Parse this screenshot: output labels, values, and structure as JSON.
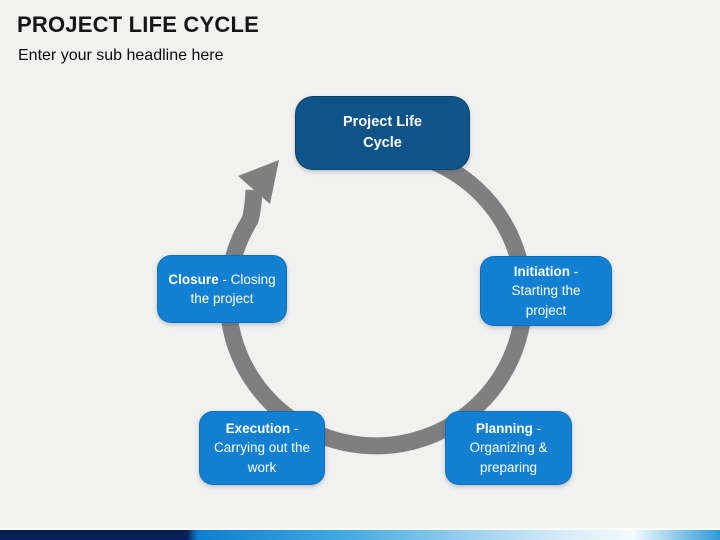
{
  "slide": {
    "title": "PROJECT LIFE CYCLE",
    "subtitle": "Enter your sub headline here"
  },
  "diagram": {
    "center_box": {
      "text": "Project Life Cycle"
    },
    "nodes": [
      {
        "id": "initiation",
        "bold": "Initiation",
        "rest": " - Starting the project"
      },
      {
        "id": "planning",
        "bold": "Planning",
        "rest": " - Organizing & preparing"
      },
      {
        "id": "execution",
        "bold": "Execution",
        "rest": " - Carrying out the work"
      },
      {
        "id": "closure",
        "bold": "Closure",
        "rest": " - Closing the project"
      }
    ]
  },
  "colors": {
    "background": "#f1f1f0",
    "center_box": "#0f5489",
    "node_box": "#1280d2",
    "ring": "#7f7f7f",
    "footer_navy": "#092056",
    "footer_blue": "#2e9ad8"
  }
}
